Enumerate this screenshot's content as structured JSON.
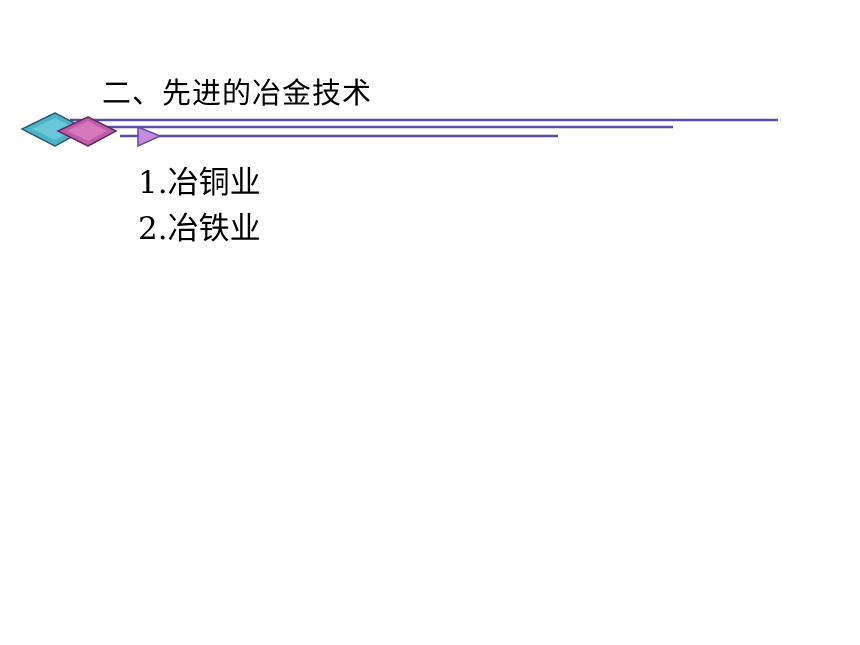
{
  "slide": {
    "title": "二、先进的冶金技术",
    "items": [
      "1.冶铜业",
      "2.冶铁业"
    ]
  },
  "decoration": {
    "line_color": "#5a4fa8",
    "diamond_left_color": "#4fb3c8",
    "diamond_right_color": "#c25aa8",
    "arrow_color": "#c98ad8"
  }
}
